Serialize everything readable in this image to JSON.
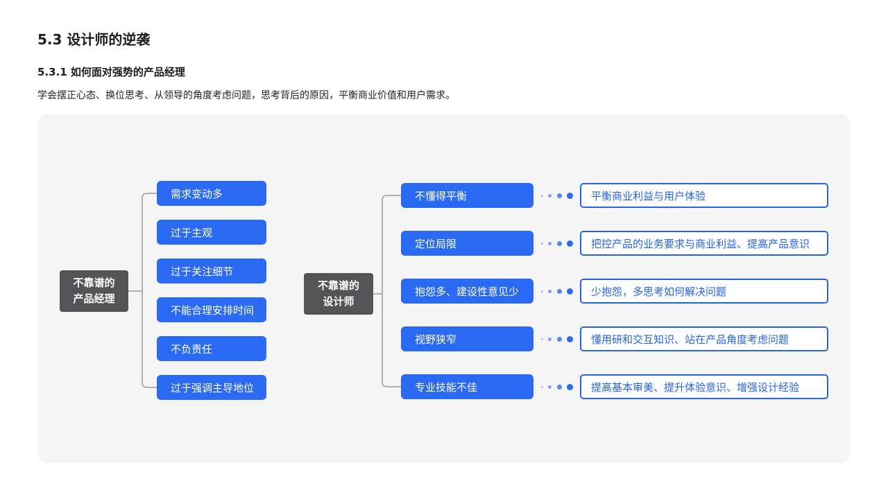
{
  "page": {
    "title": "5.3 设计师的逆袭",
    "subtitle": "5.3.1 如何面对强势的产品经理",
    "description": "学会摆正心态、换位思考、从领导的角度考虑问题，思考背后的原因，平衡商业价值和用户需求。"
  },
  "colors": {
    "node_blue": "#2a6af3",
    "outline_blue": "#2563eb",
    "root_gray": "#545456",
    "canvas_bg": "#f5f5f6",
    "connector_gray": "#9a9a9a"
  },
  "diagram": {
    "left_tree": {
      "root": {
        "line1": "不靠谱的",
        "line2": "产品经理"
      },
      "children": [
        {
          "label": "需求变动多"
        },
        {
          "label": "过于主观"
        },
        {
          "label": "过于关注细节"
        },
        {
          "label": "不能合理安排时间"
        },
        {
          "label": "不负责任"
        },
        {
          "label": "过于强调主导地位"
        }
      ]
    },
    "right_tree": {
      "root": {
        "line1": "不靠谱的",
        "line2": "设计师"
      },
      "children": [
        {
          "label": "不懂得平衡",
          "solution": "平衡商业利益与用户体验"
        },
        {
          "label": "定位局限",
          "solution": "把控产品的业务要求与商业利益、提高产品意识"
        },
        {
          "label": "抱怨多、建设性意见少",
          "solution": "少抱怨，多思考如何解决问题"
        },
        {
          "label": "视野狭窄",
          "solution": "懂用研和交互知识、站在产品角度考虑问题"
        },
        {
          "label": "专业技能不佳",
          "solution": "提高基本审美、提升体验意识、增强设计经验"
        }
      ]
    }
  }
}
